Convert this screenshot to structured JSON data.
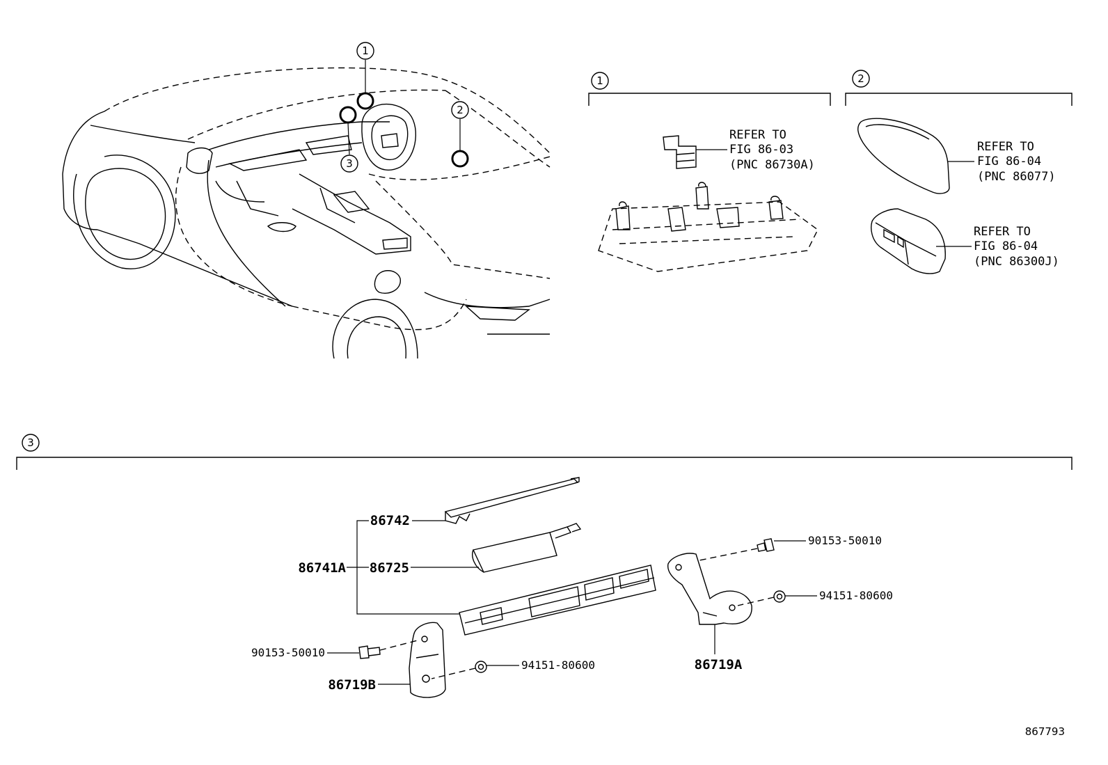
{
  "callouts": [
    "1",
    "2",
    "3"
  ],
  "section1": {
    "number": "1",
    "refer_line1": "REFER TO",
    "refer_line2": "FIG 86-03",
    "refer_line3": "(PNC 86730A)"
  },
  "section2": {
    "number": "2",
    "refer_a_line1": "REFER TO",
    "refer_a_line2": "FIG 86-04",
    "refer_a_line3": "(PNC 86077)",
    "refer_b_line1": "REFER TO",
    "refer_b_line2": "FIG 86-04",
    "refer_b_line3": "(PNC 86300J)"
  },
  "section3": {
    "number": "3",
    "parts": {
      "p86742": "86742",
      "p86725": "86725",
      "p86741A": "86741A",
      "p90153_right": "90153-50010",
      "p94151_right": "94151-80600",
      "p86719A": "86719A",
      "p90153_left": "90153-50010",
      "p94151_left": "94151-80600",
      "p86719B": "86719B"
    }
  },
  "figure_id": "867793"
}
